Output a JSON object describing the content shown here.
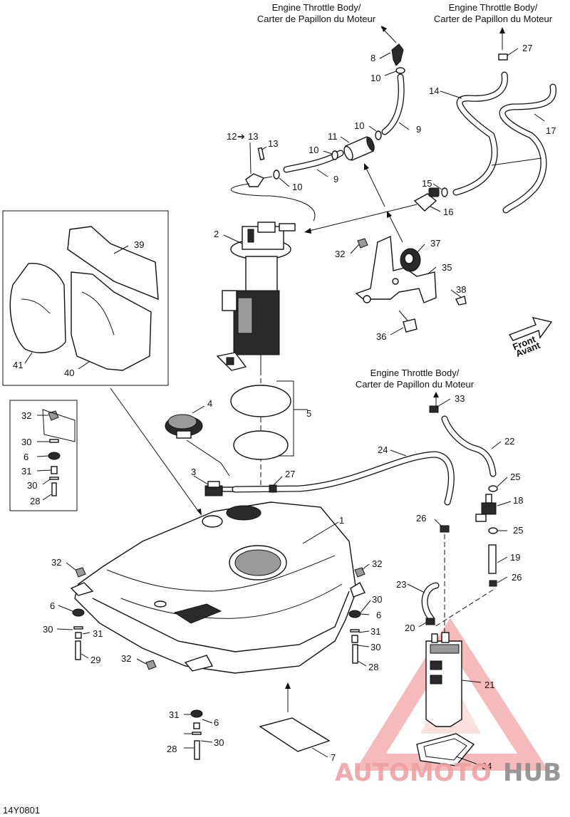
{
  "captions": {
    "throttle_top_1": [
      "Engine Throttle Body/",
      "Carter de Papillon du Moteur"
    ],
    "throttle_top_2": [
      "Engine Throttle Body/",
      "Carter de Papillon du Moteur"
    ],
    "throttle_right": [
      "Engine Throttle Body/",
      "Carter de Papillon du Moteur"
    ],
    "front": [
      "Front",
      "Avant"
    ]
  },
  "labels": {
    "l1": "1",
    "l2": "2",
    "l3": "3",
    "l4": "4",
    "l5": "5",
    "l6a": "6",
    "l6b": "6",
    "l6c": "6",
    "l6d": "6",
    "l7": "7",
    "l8": "8",
    "l9a": "9",
    "l9b": "9",
    "l10a": "10",
    "l10b": "10",
    "l10c": "10",
    "l10d": "10",
    "l11": "11",
    "l12": "12",
    "l13a": "13",
    "l13b": "13",
    "l14": "14",
    "l15": "15",
    "l16": "16",
    "l17": "17",
    "l18": "18",
    "l19": "19",
    "l20": "20",
    "l21": "21",
    "l22": "22",
    "l23": "23",
    "l24": "24",
    "l25a": "25",
    "l25b": "25",
    "l26a": "26",
    "l26b": "26",
    "l27a": "27",
    "l27b": "27",
    "l28a": "28",
    "l28b": "28",
    "l28c": "28",
    "l29": "29",
    "l30a": "30",
    "l30b": "30",
    "l30c": "30",
    "l30d": "30",
    "l30e": "30",
    "l30f": "30",
    "l31a": "31",
    "l31b": "31",
    "l31c": "31",
    "l31d": "31",
    "l32a": "32",
    "l32b": "32",
    "l32c": "32",
    "l32d": "32",
    "l32e": "32",
    "l33": "33",
    "l34": "34",
    "l35": "35",
    "l36": "36",
    "l37": "37",
    "l38": "38",
    "l39": "39",
    "l40": "40",
    "l41": "41"
  },
  "watermark": {
    "part1": "AUTOMOTO",
    "part2": "HUB",
    "color_main": "#f0a0a0",
    "color_alt": "#8c8c8c"
  },
  "figure_code": "14Y0801"
}
